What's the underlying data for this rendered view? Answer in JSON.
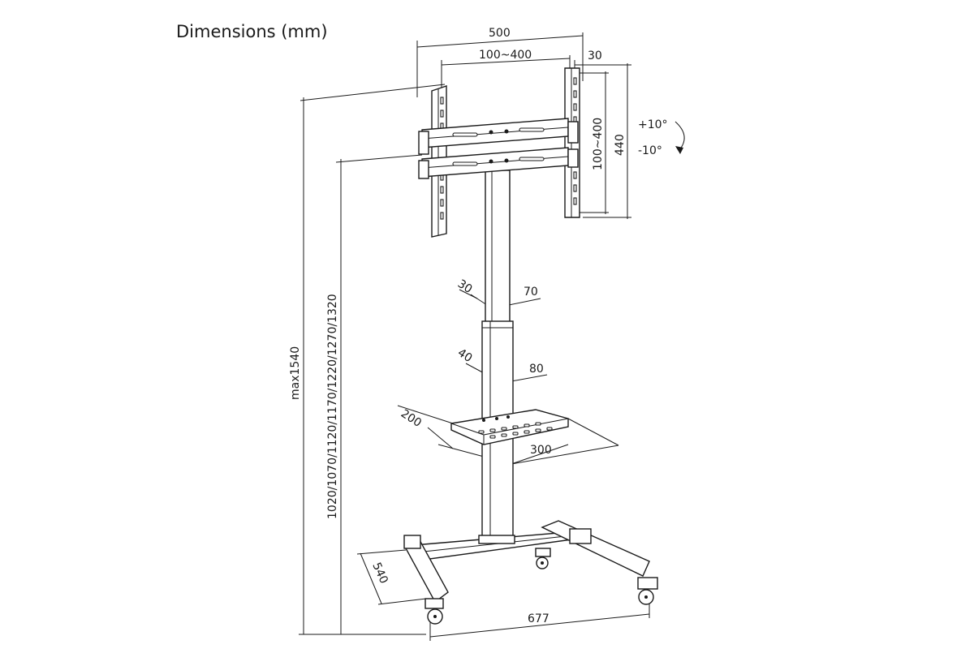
{
  "title": "Dimensions (mm)",
  "dimensions": {
    "bracket_width": "500",
    "vesa_horizontal": "100~400",
    "bracket_depth": "30",
    "vesa_vertical": "100~400",
    "bracket_height": "440",
    "tilt_up": "+10°",
    "tilt_down": "-10°",
    "upper_pole_width": "30",
    "upper_pole_depth": "70",
    "lower_pole_width": "40",
    "lower_pole_depth": "80",
    "shelf_depth": "200",
    "shelf_width": "300",
    "max_height": "max1540",
    "height_options": "1020/1070/1120/1170/1220/1270/1320",
    "base_depth": "540",
    "base_width": "677"
  },
  "colors": {
    "line": "#1a1a1a",
    "background": "#ffffff"
  }
}
